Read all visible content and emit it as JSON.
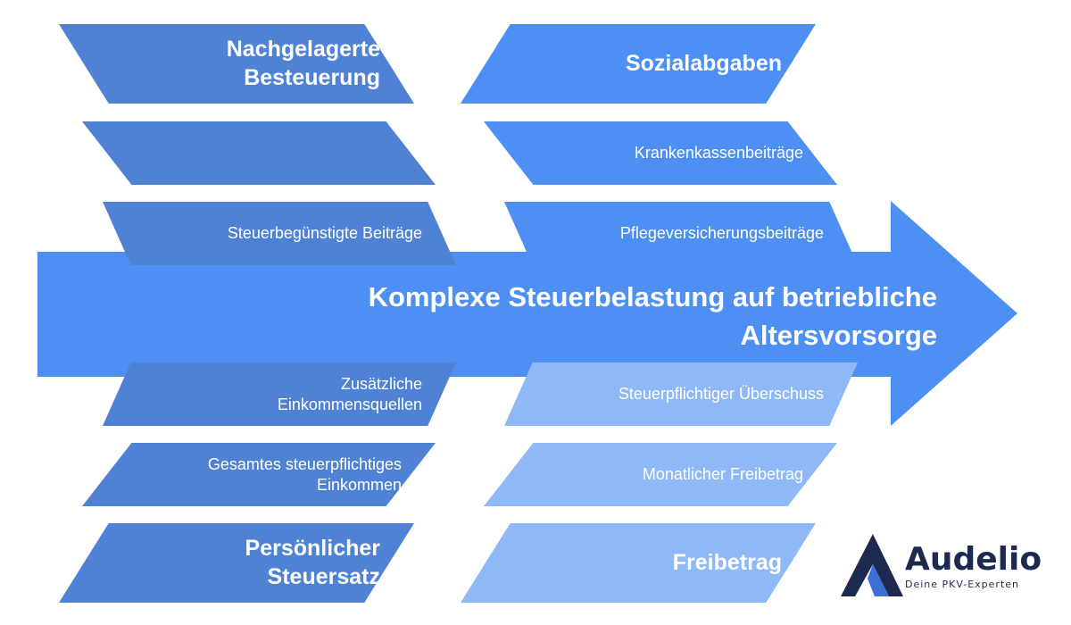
{
  "title": {
    "line1": "Komplexe Steuerbelastung auf betriebliche",
    "line2": "Altersvorsorge"
  },
  "left_boxes": [
    {
      "line1": "Nachgelagerte",
      "line2": "Besteuerung"
    },
    {
      "line1": "",
      "line2": ""
    },
    {
      "line1": "Steuerbegünstigte Beiträge",
      "line2": ""
    },
    {
      "line1": "Zusätzliche",
      "line2": "Einkommensquellen"
    },
    {
      "line1": "Gesamtes steuerpflichtiges",
      "line2": "Einkommen"
    },
    {
      "line1": "Persönlicher",
      "line2": "Steuersatz"
    }
  ],
  "right_boxes": [
    {
      "line1": "Sozialabgaben"
    },
    {
      "line1": "Krankenkassenbeiträge"
    },
    {
      "line1": "Pflegeversicherungsbeiträge"
    },
    {
      "line1": "Steuerpflichtiger Überschuss"
    },
    {
      "line1": "Monatlicher Freibetrag"
    },
    {
      "line1": "Freibetrag"
    }
  ],
  "logo": {
    "name": "Audelio",
    "tagline": "Deine PKV-Experten"
  },
  "colors": {
    "arrow": "#4d8ff2",
    "box_dark": "#4f82d4",
    "box_mid": "#4d8ff2",
    "box_light": "#8eb9f6",
    "logo_navy": "#1b2a4e"
  }
}
